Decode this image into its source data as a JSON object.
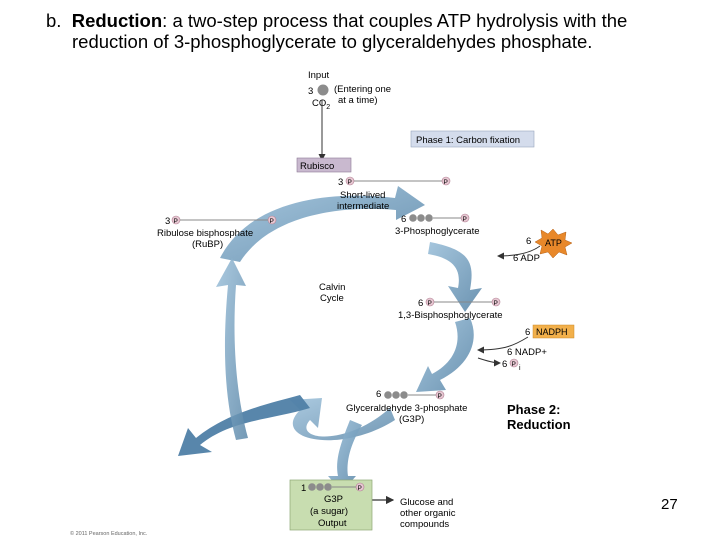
{
  "heading": {
    "label": "b.",
    "term": "Reduction",
    "line1_rest": ": a two-step process that couples ATP hydrolysis with the",
    "line2": "reduction of 3-phosphoglycerate to glyceraldehydes phosphate."
  },
  "input": {
    "title": "Input",
    "count": "3",
    "note_line1": "(Entering one",
    "note_line2": "at a time)",
    "molecule": "CO",
    "subscript": "2"
  },
  "phase1_label": "Phase 1: Carbon fixation",
  "rubisco_label": "Rubisco",
  "short_lived": {
    "count": "3",
    "line1": "Short-lived",
    "line2": "intermediate"
  },
  "rubp": {
    "count": "3",
    "line1": "Ribulose bisphosphate",
    "line2": "(RuBP)"
  },
  "pga": {
    "count": "6",
    "name": "3-Phosphoglycerate"
  },
  "atp_input": {
    "count": "6",
    "label": "ATP"
  },
  "adp_output": "6 ADP",
  "cycle_label": {
    "line1": "Calvin",
    "line2": "Cycle"
  },
  "bpg": {
    "count": "6",
    "name": "1,3-Bisphosphoglycerate"
  },
  "nadph_input": {
    "count": "6",
    "label": "NADPH"
  },
  "nadp_output": "6 NADP+",
  "pi_output": {
    "count": "6",
    "symbol": "P",
    "subscript": "i"
  },
  "g3p_6": {
    "count": "6",
    "line1": "Glyceraldehyde 3-phosphate",
    "line2": "(G3P)"
  },
  "phase2": {
    "line1": "Phase 2:",
    "line2": "Reduction"
  },
  "g3p_output": {
    "count": "1",
    "line1": "G3P",
    "line2": "(a sugar)",
    "line3": "Output"
  },
  "glucose": {
    "line1": "Glucose and",
    "line2": "other organic",
    "line3": "compounds"
  },
  "phosphate_symbol": "P",
  "copyright": "© 2011 Pearson Education, Inc.",
  "slide_number": "27",
  "colors": {
    "arrow_blue": "#7fa9c6",
    "arrow_dark": "#5b87a8",
    "phase_box": "#d4dcec",
    "rubisco_box": "#c9b9cf",
    "atp_fill": "#e8882a",
    "nadph_fill": "#f2b04b",
    "output_fill": "#c8ddb0",
    "carbon_grey": "#8c8c8c",
    "phosphate_pink": "#e7c7d2"
  }
}
